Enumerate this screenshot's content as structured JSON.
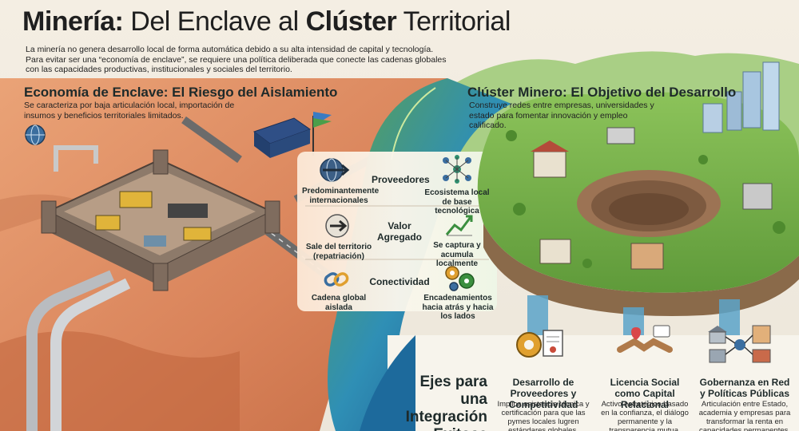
{
  "header": {
    "title_part1": "Minería:",
    "title_part2": " Del Enclave al ",
    "title_part3": "Clúster",
    "title_part4": " Territorial",
    "intro": "La minería no genera desarrollo local de forma automática debido a su alta intensidad de capital y tecnología. Para evitar ser una “economía de enclave”, se requiere una política deliberada que conecte las cadenas globales con las capacidades productivas, institucionales y sociales del territorio."
  },
  "enclave": {
    "title": "Economía de Enclave: El Riesgo del Aislamiento",
    "description": "Se caracteriza por baja articulación local, importación de insumos y beneficios territoriales limitados."
  },
  "cluster": {
    "title": "Clúster Minero: El Objetivo del Desarrollo",
    "description": "Construye redes entre empresas, universidades y estado para fomentar innovación y empleo calificado."
  },
  "comparison": {
    "rows": [
      {
        "title": "Proveedores",
        "left": "Predominantemente internacionales",
        "right": "Ecosistema local de base tecnológica",
        "left_icon": "globe-arrow-icon",
        "right_icon": "network-icon"
      },
      {
        "title": "Valor Agregado",
        "left": "Sale del territorio (repatriación)",
        "right": "Se captura y acumula localmente",
        "left_icon": "exit-arrow-icon",
        "right_icon": "growth-chart-icon"
      },
      {
        "title": "Conectividad",
        "left": "Cadena global aislada",
        "right": "Encadenamientos hacia atrás y hacia los lados",
        "left_icon": "chain-link-icon",
        "right_icon": "gears-icon"
      }
    ]
  },
  "axes": {
    "heading": "Ejes para una Integración Exitosa",
    "items": [
      {
        "title": "Desarrollo de Proveedores y Competitividad",
        "description": "Implica asistencia técnica y certificación para que las pymes locales lugren estándares globales.",
        "icon": "gear-certificate-icon"
      },
      {
        "title": "Licencia Social como Capital Relacional",
        "description": "Activo estratégico basado en la confianza, el diálogo permanente y la transparencia mutua.",
        "icon": "handshake-icon"
      },
      {
        "title": "Gobernanza en Red y Políticas Públicas",
        "description": "Articulación entre Estado, academia y empresas para transformar la renta en capacidades permanentes.",
        "icon": "governance-network-icon"
      }
    ]
  },
  "colors": {
    "enclave_bg": "#e7a074",
    "cluster_green": "#7cb24e",
    "water_blue": "#2e6fa6",
    "text_dark": "#1e2a2a"
  }
}
